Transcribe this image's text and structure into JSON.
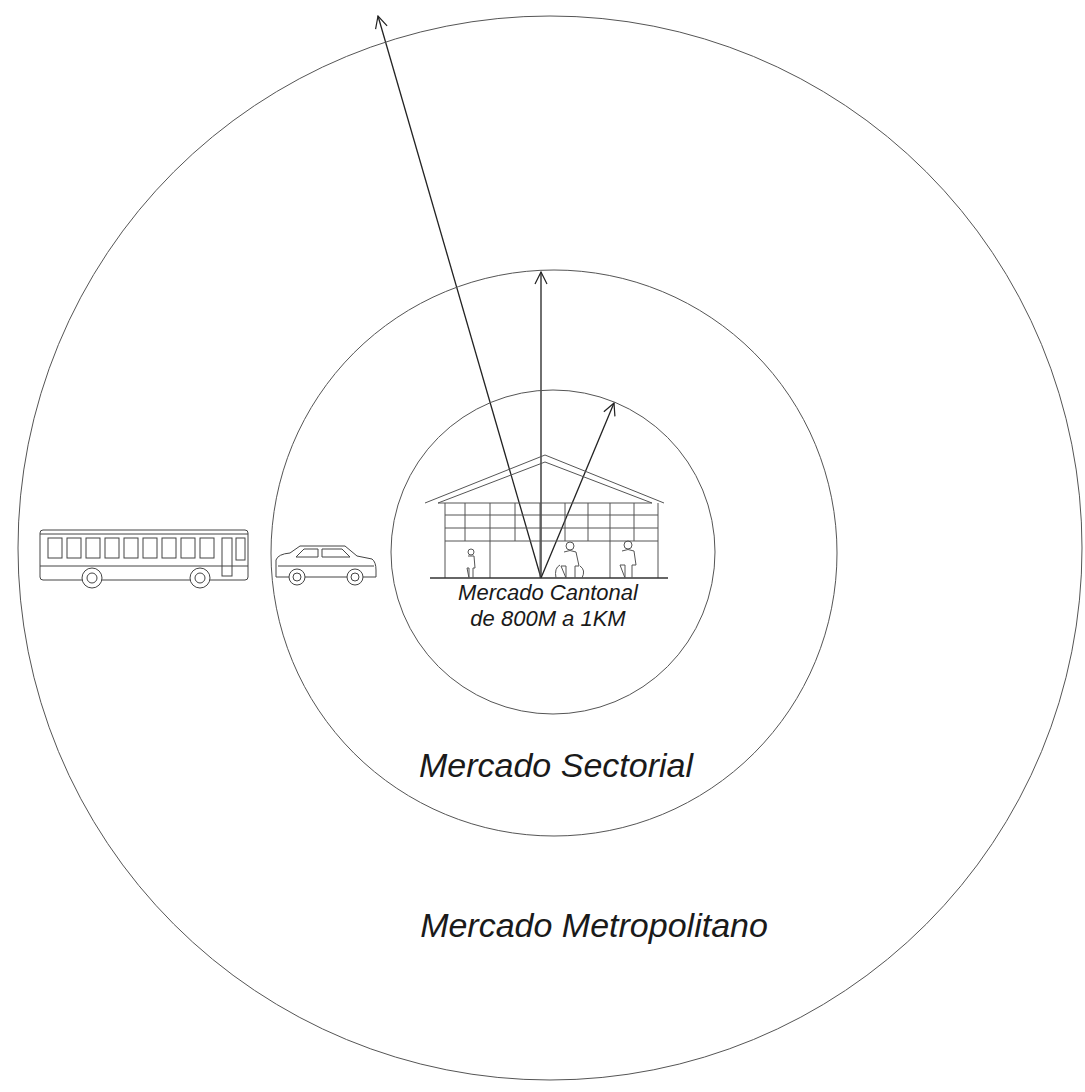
{
  "diagram": {
    "nodes": [
      {
        "text": [
          "Mercado Metropolitano"
        ]
      },
      {
        "text": [
          "Mercado Sectorial"
        ],
        "in": 0
      },
      {
        "text": [
          "Mercado Cantonal de 800M a 1KM"
        ],
        "in": 1
      }
    ]
  }
}
